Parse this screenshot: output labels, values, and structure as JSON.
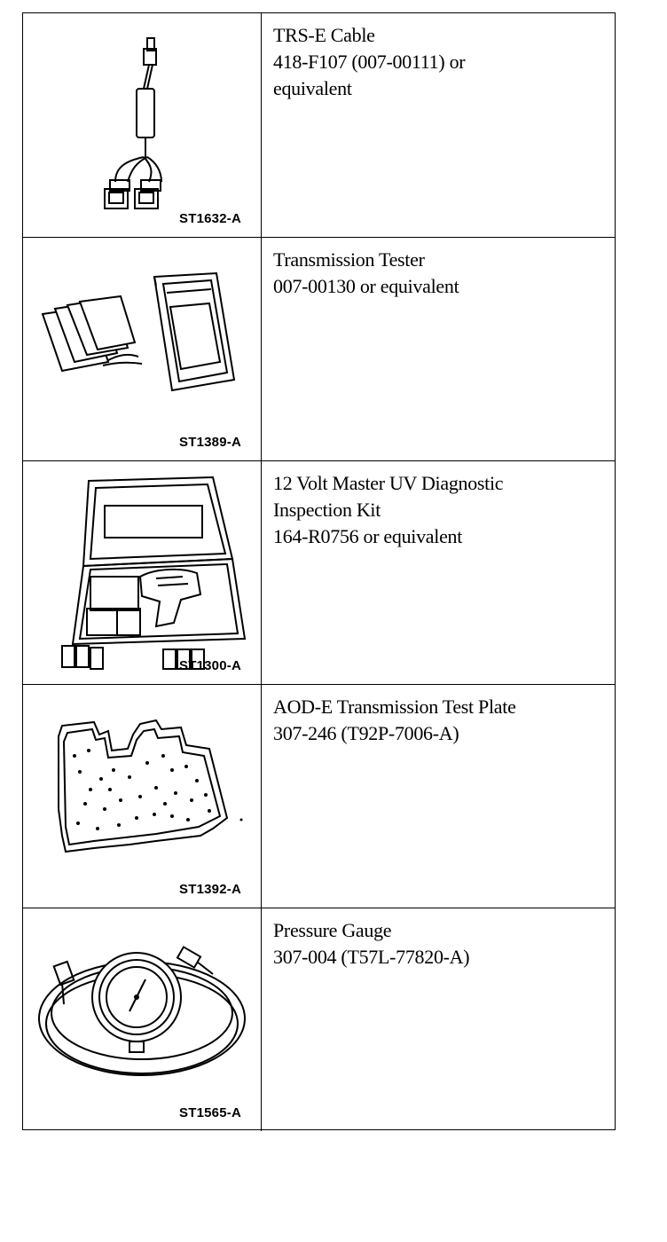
{
  "tools": [
    {
      "icon": "trs-e-cable-illustration",
      "figure_code": "ST1632-A",
      "lines": [
        "TRS-E Cable",
        "418-F107 (007-00111) or",
        "equivalent"
      ]
    },
    {
      "icon": "transmission-tester-illustration",
      "figure_code": "ST1389-A",
      "lines": [
        "Transmission Tester",
        "007-00130 or equivalent"
      ]
    },
    {
      "icon": "uv-diagnostic-kit-illustration",
      "figure_code": "ST1300-A",
      "lines": [
        "12 Volt Master UV Diagnostic",
        "Inspection Kit",
        "164-R0756 or equivalent"
      ]
    },
    {
      "icon": "test-plate-illustration",
      "figure_code": "ST1392-A",
      "lines": [
        "AOD-E Transmission Test Plate",
        "307-246 (T92P-7006-A)"
      ]
    },
    {
      "icon": "pressure-gauge-illustration",
      "figure_code": "ST1565-A",
      "lines": [
        "Pressure Gauge",
        "307-004 (T57L-77820-A)"
      ]
    }
  ]
}
